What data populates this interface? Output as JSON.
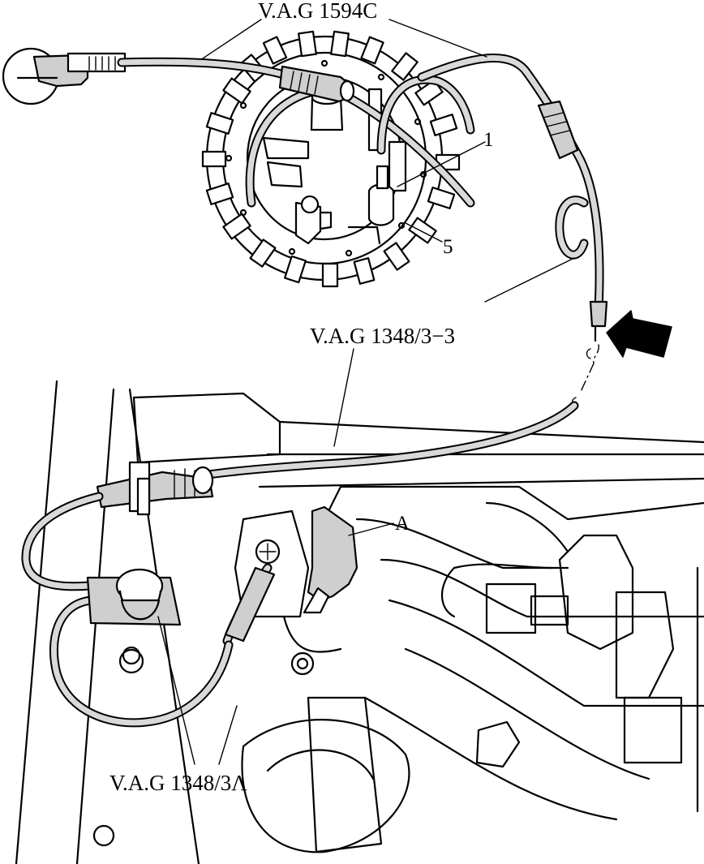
{
  "labels": {
    "vag_1594c": "V.A.G 1594C",
    "part_1": "1",
    "part_5": "5",
    "vag_1348_3_3": "V.A.G 1348/3−3",
    "part_a": "A",
    "vag_1348_3a": "V.A.G 1348/3Λ"
  },
  "icons": {
    "pointer": "black-arrow-icon"
  },
  "colors": {
    "line": "#000000",
    "cable_fill": "#d9d9d9",
    "background": "#ffffff"
  }
}
